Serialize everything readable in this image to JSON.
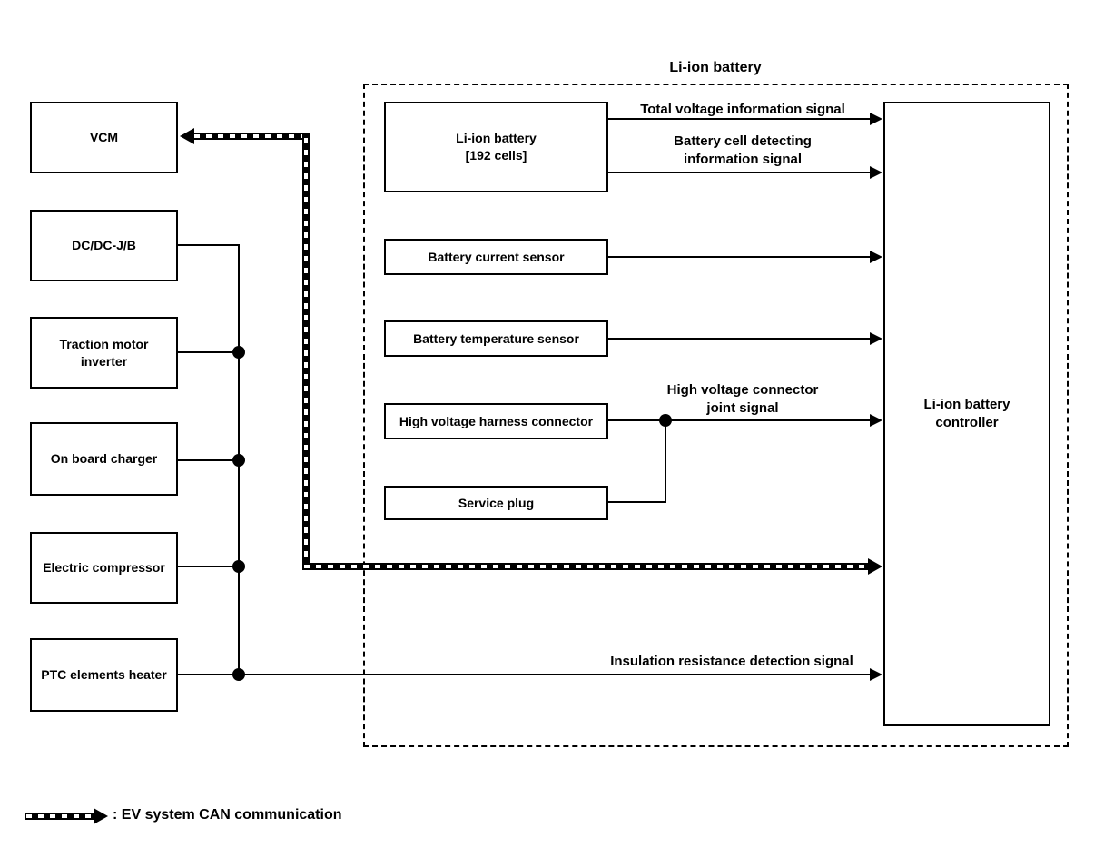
{
  "title": "Li-ion battery",
  "boxes": {
    "vcm": "VCM",
    "dcdc_jb": "DC/DC-J/B",
    "traction_inverter": "Traction motor\ninverter",
    "on_board_charger": "On board charger",
    "electric_compressor": "Electric compressor",
    "ptc_heater": "PTC elements heater",
    "li_ion_battery": "Li-ion battery\n[192 cells]",
    "current_sensor": "Battery current sensor",
    "temperature_sensor": "Battery temperature sensor",
    "hv_harness_connector": "High voltage harness connector",
    "service_plug": "Service plug",
    "controller": "Li-ion battery\ncontroller"
  },
  "signals": {
    "total_voltage": "Total voltage information signal",
    "cell_detecting": "Battery cell detecting\ninformation signal",
    "hv_joint": "High voltage connector\njoint signal",
    "insulation": "Insulation resistance detection signal"
  },
  "legend": {
    "can_label": ": EV system CAN communication"
  },
  "colors": {
    "line": "#000000",
    "background": "#ffffff"
  }
}
